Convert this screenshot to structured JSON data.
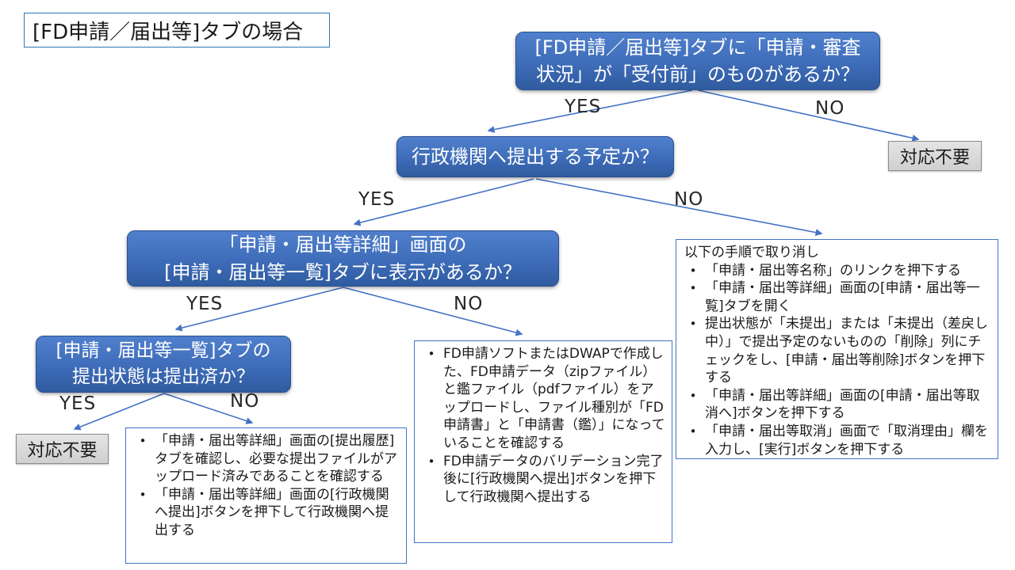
{
  "title": "[FD申請／届出等]タブの場合",
  "labels": {
    "yes": "YES",
    "no": "NO"
  },
  "nodes": {
    "q1": "[FD申請／届出等]タブに「申請・審査\n状況」が「受付前」のものがあるか？",
    "q2": "行政機関へ提出する予定か？",
    "q3": "「申請・届出等詳細」画面の\n[申請・届出等一覧]タブに表示があるか？",
    "q4": "[申請・届出等一覧]タブの\n提出状態は提出済か？",
    "no_action": "対応不要"
  },
  "steps_right": {
    "heading": "以下の手順で取り消し",
    "items": [
      "「申請・届出等名称」のリンクを押下する",
      "「申請・届出等詳細」画面の[申請・届出等一覧]タブを開く",
      "提出状態が「未提出」または「未提出（差戻し中）」で提出予定のないものの「削除」列にチェックをし、[申請・届出等削除]ボタンを押下する",
      "「申請・届出等詳細」画面の[申請・届出等取消へ]ボタンを押下する",
      "「申請・届出等取消」画面で「取消理由」欄を入力し、[実行]ボタンを押下する"
    ]
  },
  "steps_middle": {
    "items": [
      "FD申請ソフトまたはDWAPで作成した、FD申請データ（zipファイル）と鑑ファイル（pdfファイル）をアップロードし、ファイル種別が「FD申請書」と「申請書（鑑）」になっていることを確認する",
      "FD申請データのバリデーション完了後に[行政機関へ提出]ボタンを押下して行政機関へ提出する"
    ]
  },
  "steps_left": {
    "items": [
      "「申請・届出等詳細」画面の[提出履歴]タブを確認し、必要な提出ファイルがアップロード済みであることを確認する",
      "「申請・届出等詳細」画面の[行政機関へ提出]ボタンを押下して行政機関へ提出する"
    ]
  },
  "bullet_glyph": "•",
  "colors": {
    "node_blue_top": "#5080CD",
    "node_blue_bottom": "#2F5B9F",
    "arrow_blue": "#4472C4",
    "box_border_blue": "#4472C4",
    "title_border_blue": "#2E74B5",
    "end_gray": "#D9D9D9"
  }
}
